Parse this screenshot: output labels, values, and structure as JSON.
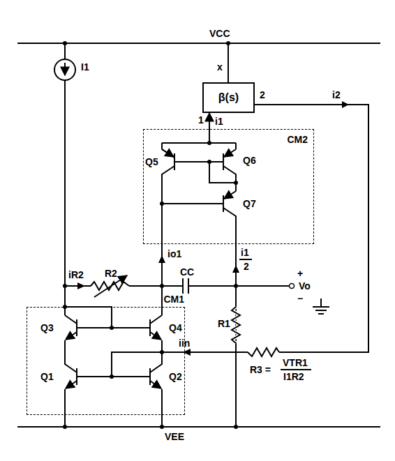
{
  "diagram": {
    "nodes": [
      {
        "text": [
          "β(s)"
        ]
      },
      {
        "text": [
          "CM2"
        ]
      },
      {
        "text": [
          "CM1"
        ]
      }
    ],
    "edges": [
      {
        "from": 1,
        "to": 0,
        "arrow": "to",
        "label": "i1"
      }
    ],
    "labels": [
      "VCC",
      "x",
      "2",
      "1",
      "I1",
      "i2",
      "Q5",
      "Q6",
      "Q7",
      "io1",
      "CC",
      "i1",
      "2",
      "+",
      "Vo",
      "−",
      "R2",
      "iR2",
      "R1",
      "Q3",
      "Q4",
      "Q1",
      "Q2",
      "iin",
      "R3 =",
      "VTR1",
      "I1R2",
      "VEE"
    ]
  }
}
